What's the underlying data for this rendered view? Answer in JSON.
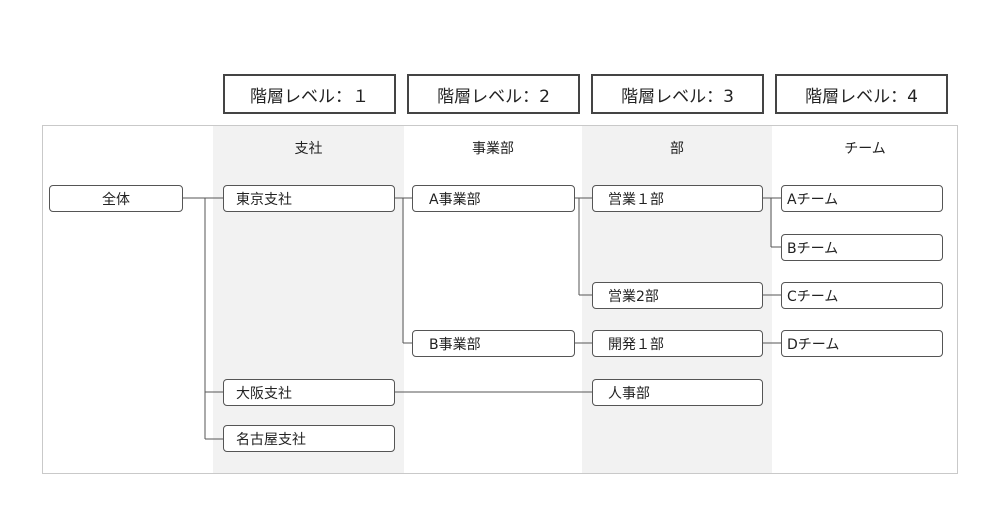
{
  "levels": [
    "階層レベル：１",
    "階層レベル：2",
    "階層レベル：3",
    "階層レベル：4"
  ],
  "columns": [
    "支社",
    "事業部",
    "部",
    "チーム"
  ],
  "nodes": {
    "root": "全体",
    "tokyo": "東京支社",
    "osaka": "大阪支社",
    "nagoya": "名古屋支社",
    "div_a": "A事業部",
    "div_b": "B事業部",
    "sales1": "営業１部",
    "sales2": "営業2部",
    "dev1": "開発１部",
    "hr": "人事部",
    "team_a": "Aチーム",
    "team_b": "Bチーム",
    "team_c": "Cチーム",
    "team_d": "Dチーム"
  }
}
